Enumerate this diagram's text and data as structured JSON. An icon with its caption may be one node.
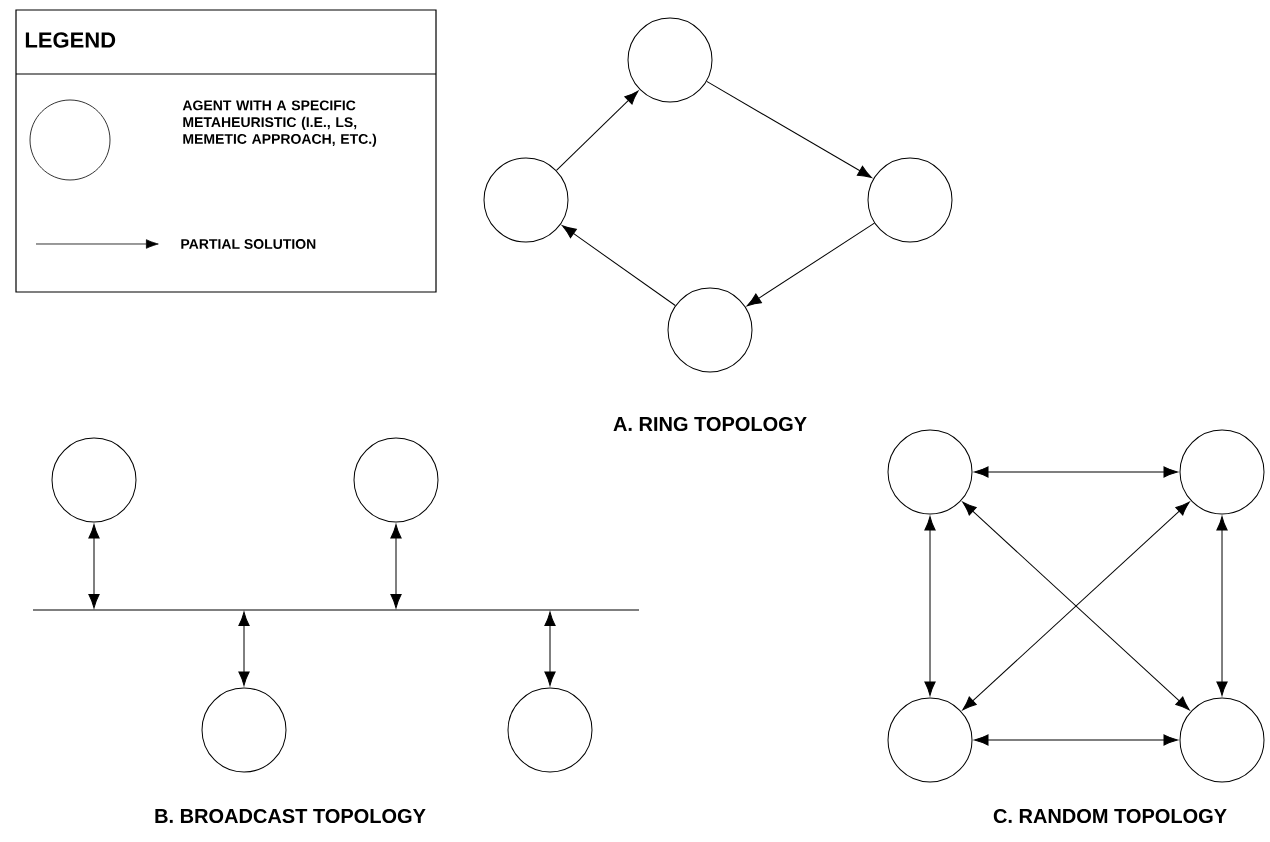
{
  "diagram": {
    "nodes": [
      {
        "text": [],
        "shape": "circle"
      },
      {
        "text": [],
        "shape": "circle"
      },
      {
        "text": [],
        "shape": "circle"
      },
      {
        "text": [],
        "shape": "circle"
      },
      {
        "text": [],
        "shape": "bar"
      },
      {
        "text": [],
        "shape": "circle"
      },
      {
        "text": [],
        "shape": "circle"
      },
      {
        "text": [],
        "shape": "circle"
      },
      {
        "text": [],
        "shape": "circle"
      },
      {
        "text": [],
        "shape": "circle"
      },
      {
        "text": [],
        "shape": "circle"
      },
      {
        "text": [],
        "shape": "circle"
      },
      {
        "text": [],
        "shape": "circle"
      }
    ],
    "edges": [
      {
        "from": 1,
        "to": 0,
        "arrow": "to"
      },
      {
        "from": 0,
        "to": 2,
        "arrow": "to"
      },
      {
        "from": 2,
        "to": 3,
        "arrow": "to"
      },
      {
        "from": 3,
        "to": 1,
        "arrow": "to"
      },
      {
        "from": 5,
        "to": 4,
        "arrow": "both"
      },
      {
        "from": 6,
        "to": 4,
        "arrow": "both"
      },
      {
        "from": 7,
        "to": 4,
        "arrow": "both"
      },
      {
        "from": 8,
        "to": 4,
        "arrow": "both"
      },
      {
        "from": 9,
        "to": 10,
        "arrow": "both"
      },
      {
        "from": 9,
        "to": 11,
        "arrow": "both"
      },
      {
        "from": 10,
        "to": 12,
        "arrow": "both"
      },
      {
        "from": 11,
        "to": 12,
        "arrow": "both"
      },
      {
        "from": 9,
        "to": 12,
        "arrow": "both"
      },
      {
        "from": 10,
        "to": 11,
        "arrow": "both"
      }
    ],
    "labels": [
      "LEGEND",
      "A. RING TOPOLOGY",
      "B. BROADCAST TOPOLOGY",
      "C. RANDOM TOPOLOGY"
    ],
    "legend": [
      {
        "text": "AGENT WITH A SPECIFIC METAHEURISTIC (I.E., LS, MEMETIC APPROACH, ETC.)"
      },
      {
        "text": "PARTIAL SOLUTION"
      }
    ]
  }
}
